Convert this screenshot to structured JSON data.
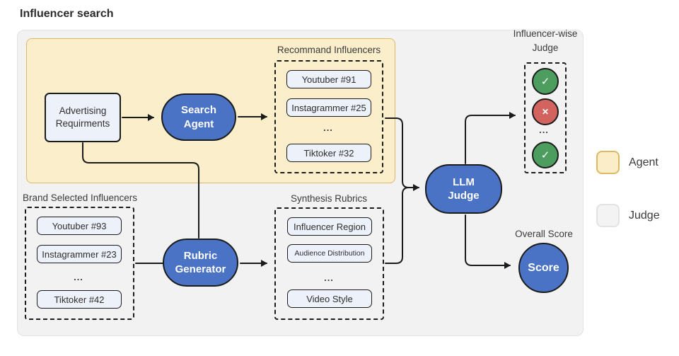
{
  "title": "Influencer search",
  "nodes": {
    "advertising": {
      "line1": "Advertising",
      "line2": "Requirments"
    },
    "search_agent": {
      "line1": "Search",
      "line2": "Agent"
    },
    "rubric_generator": {
      "line1": "Rubric",
      "line2": "Generator"
    },
    "llm_judge": {
      "line1": "LLM",
      "line2": "Judge"
    },
    "score": {
      "label": "Score"
    }
  },
  "groups": {
    "recommand": {
      "title": "Recommand Influencers",
      "items": [
        "Youtuber #91",
        "Instagrammer #25",
        "Tiktoker #32"
      ],
      "ellipsis": "..."
    },
    "brand": {
      "title": "Brand Selected Influencers",
      "items": [
        "Youtuber #93",
        "Instagrammer #23",
        "Tiktoker #42"
      ],
      "ellipsis": "..."
    },
    "rubrics": {
      "title": "Synthesis Rubrics",
      "items": [
        "Influencer Region",
        "Audience Distribution",
        "Video Style"
      ],
      "ellipsis": "..."
    },
    "judge_results": {
      "title_line1": "Influencer-wise",
      "title_line2": "Judge",
      "marks": [
        "✓",
        "✕",
        "✓"
      ],
      "ellipsis": "..."
    },
    "overall_score": {
      "title": "Overall Score"
    }
  },
  "legend": {
    "items": [
      {
        "label": "Agent"
      },
      {
        "label": "Judge"
      }
    ]
  },
  "colors": {
    "agent_fill": "#FBEECB",
    "agent_border": "#DDB964",
    "judge_fill": "#F3F3F4",
    "judge_border": "#E3E3E5",
    "node_blue": "#4A73C5",
    "item_fill": "#EDF1FA",
    "success_green": "#4D9E5E",
    "fail_red": "#D2635F",
    "line_color": "#1B1B1B"
  }
}
